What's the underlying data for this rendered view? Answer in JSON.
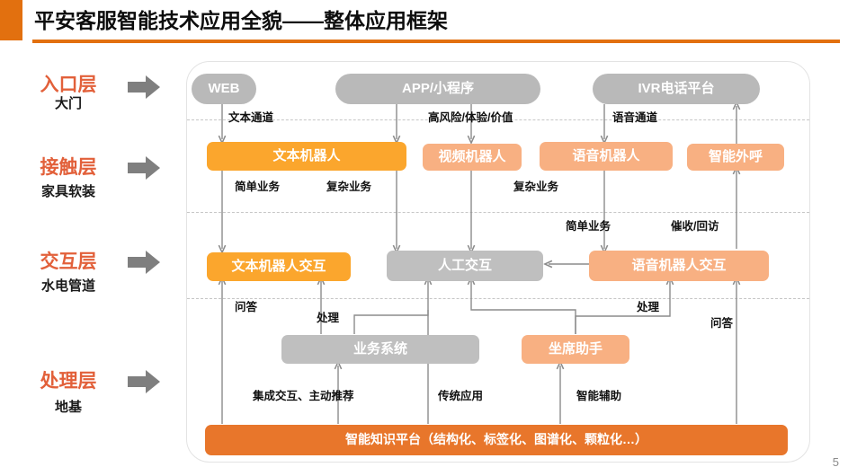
{
  "header": {
    "title": "平安客服智能技术应用全貌——整体应用框架",
    "accent_color": "#e2700f"
  },
  "page_number": "5",
  "rail": {
    "items": [
      {
        "main": "入口层",
        "sub": "大门",
        "arrow_icon": "right-arrow-icon"
      },
      {
        "main": "接触层",
        "sub": "家具软装",
        "arrow_icon": "right-arrow-icon"
      },
      {
        "main": "交互层",
        "sub": "水电管道",
        "arrow_icon": "right-arrow-icon"
      },
      {
        "main": "处理层",
        "sub": "地基",
        "arrow_icon": "right-arrow-icon"
      }
    ],
    "main_color": "#e2603a",
    "sub_color": "#1a1a1a"
  },
  "nodes": {
    "entry": [
      {
        "id": "web",
        "label": "WEB",
        "color": "#b9b9b9"
      },
      {
        "id": "app",
        "label": "APP/小程序",
        "color": "#b9b9b9"
      },
      {
        "id": "ivr",
        "label": "IVR电话平台",
        "color": "#b9b9b9"
      }
    ],
    "contact": [
      {
        "id": "text-robot",
        "label": "文本机器人",
        "color": "#fba62d"
      },
      {
        "id": "video-robot",
        "label": "视频机器人",
        "color": "#f8b082"
      },
      {
        "id": "voice-robot",
        "label": "语音机器人",
        "color": "#f8b082"
      },
      {
        "id": "outbound",
        "label": "智能外呼",
        "color": "#f8b082"
      }
    ],
    "interaction": [
      {
        "id": "text-robot-interaction",
        "label": "文本机器人交互",
        "color": "#fba62d"
      },
      {
        "id": "human-interaction",
        "label": "人工交互",
        "color": "#bfbfbf"
      },
      {
        "id": "voice-robot-interaction",
        "label": "语音机器人交互",
        "color": "#f8b082"
      }
    ],
    "processing": [
      {
        "id": "business-system",
        "label": "业务系统",
        "color": "#bfbfbf"
      },
      {
        "id": "agent-assistant",
        "label": "坐席助手",
        "color": "#f8b082"
      }
    ],
    "foundation": {
      "id": "knowledge-platform",
      "label": "智能知识平台（结构化、标签化、图谱化、颗粒化…）",
      "color": "#e8762b"
    }
  },
  "edge_labels": [
    {
      "id": "text-channel",
      "text": "文本通道"
    },
    {
      "id": "high-risk",
      "text": "高风险/体验/价值"
    },
    {
      "id": "voice-channel",
      "text": "语音通道"
    },
    {
      "id": "simple-business-1",
      "text": "简单业务"
    },
    {
      "id": "complex-business-1",
      "text": "复杂业务"
    },
    {
      "id": "complex-business-2",
      "text": "复杂业务"
    },
    {
      "id": "simple-business-2",
      "text": "简单业务"
    },
    {
      "id": "collection-revisit",
      "text": "催收/回访"
    },
    {
      "id": "qa-left",
      "text": "问答"
    },
    {
      "id": "handle-left",
      "text": "处理"
    },
    {
      "id": "handle-right",
      "text": "处理"
    },
    {
      "id": "qa-right",
      "text": "问答"
    },
    {
      "id": "integrated",
      "text": "集成交互、主动推荐"
    },
    {
      "id": "traditional-app",
      "text": "传统应用"
    },
    {
      "id": "smart-assist",
      "text": "智能辅助"
    }
  ],
  "separators": {
    "count": 3,
    "color": "#c6c6c6"
  }
}
